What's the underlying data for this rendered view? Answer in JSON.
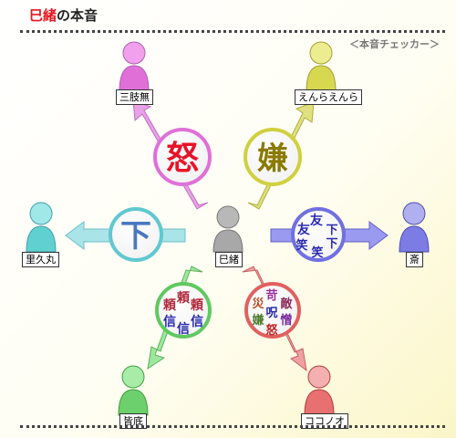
{
  "page": {
    "title_highlight": "巳緒",
    "title_rest": "の本音",
    "subtitle": "＜本音チェッカー＞"
  },
  "center": {
    "name": "巳緒",
    "color": "#a8a8a8"
  },
  "people": [
    {
      "id": "top-left",
      "name": "三肢無",
      "color": "#e070d8"
    },
    {
      "id": "top-right",
      "name": "えんらえんら",
      "color": "#d0d040"
    },
    {
      "id": "left",
      "name": "里久丸",
      "color": "#50c8c8"
    },
    {
      "id": "right",
      "name": "斎",
      "color": "#7070e0"
    },
    {
      "id": "bottom-left",
      "name": "皆底",
      "color": "#60c860"
    },
    {
      "id": "bottom-right",
      "name": "ココノオ",
      "color": "#e06060"
    }
  ],
  "feelings": {
    "top_left": {
      "char": "怒",
      "color": "#e8142a"
    },
    "top_right": {
      "char": "嫌",
      "color": "#8a7a00"
    },
    "left": {
      "char": "下",
      "color": "#4a78c0"
    },
    "right": {
      "chars": [
        "友",
        "友",
        "下",
        "下",
        "笑",
        "笑"
      ],
      "color": "#2a2ab0"
    },
    "bottom_left": {
      "chars": [
        "頼",
        "頼",
        "頼",
        "信",
        "信",
        "信"
      ],
      "colors": [
        "#b0283a",
        "#2a2ab0"
      ]
    },
    "bottom_right": {
      "chars": [
        "苛",
        "災",
        "敵",
        "呪",
        "嫌",
        "憎",
        "怒"
      ],
      "colors": [
        "#9a2a9a",
        "#b84a20",
        "#8a2a5a",
        "#2a2ab0",
        "#4a7a2a",
        "#7a2aa0",
        "#c02020"
      ]
    }
  }
}
